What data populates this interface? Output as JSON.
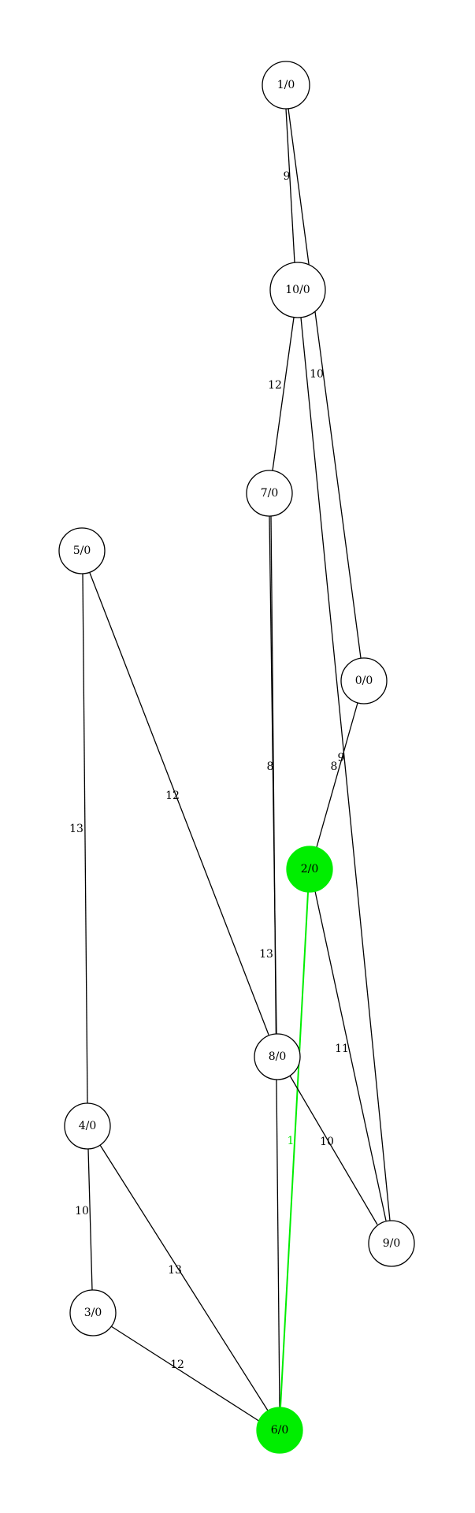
{
  "graph": {
    "highlight_color": "#00ee00",
    "line_color": "#000000",
    "nodes": [
      {
        "id": "1",
        "label": "1/0",
        "highlighted": false
      },
      {
        "id": "10",
        "label": "10/0",
        "highlighted": false
      },
      {
        "id": "7",
        "label": "7/0",
        "highlighted": false
      },
      {
        "id": "5",
        "label": "5/0",
        "highlighted": false
      },
      {
        "id": "0",
        "label": "0/0",
        "highlighted": false
      },
      {
        "id": "2",
        "label": "2/0",
        "highlighted": true
      },
      {
        "id": "8",
        "label": "8/0",
        "highlighted": false
      },
      {
        "id": "4",
        "label": "4/0",
        "highlighted": false
      },
      {
        "id": "9",
        "label": "9/0",
        "highlighted": false
      },
      {
        "id": "3",
        "label": "3/0",
        "highlighted": false
      },
      {
        "id": "6",
        "label": "6/0",
        "highlighted": true
      }
    ],
    "edges": [
      {
        "from": "1",
        "to": "10",
        "label": "9",
        "highlighted": false
      },
      {
        "from": "1",
        "to": "0",
        "label": "10",
        "highlighted": false
      },
      {
        "from": "10",
        "to": "7",
        "label": "12",
        "highlighted": false
      },
      {
        "from": "10",
        "to": "9",
        "label": "9",
        "highlighted": false
      },
      {
        "from": "7",
        "to": "8",
        "label": "8",
        "highlighted": false
      },
      {
        "from": "7",
        "to": "6",
        "label": "13",
        "highlighted": false
      },
      {
        "from": "5",
        "to": "8",
        "label": "12",
        "highlighted": false
      },
      {
        "from": "5",
        "to": "4",
        "label": "13",
        "highlighted": false
      },
      {
        "from": "0",
        "to": "2",
        "label": "8",
        "highlighted": false
      },
      {
        "from": "2",
        "to": "6",
        "label": "1",
        "highlighted": true
      },
      {
        "from": "2",
        "to": "9",
        "label": "11",
        "highlighted": false
      },
      {
        "from": "8",
        "to": "9",
        "label": "10",
        "highlighted": false
      },
      {
        "from": "4",
        "to": "3",
        "label": "10",
        "highlighted": false
      },
      {
        "from": "4",
        "to": "6",
        "label": "13",
        "highlighted": false
      },
      {
        "from": "3",
        "to": "6",
        "label": "12",
        "highlighted": false
      }
    ]
  }
}
